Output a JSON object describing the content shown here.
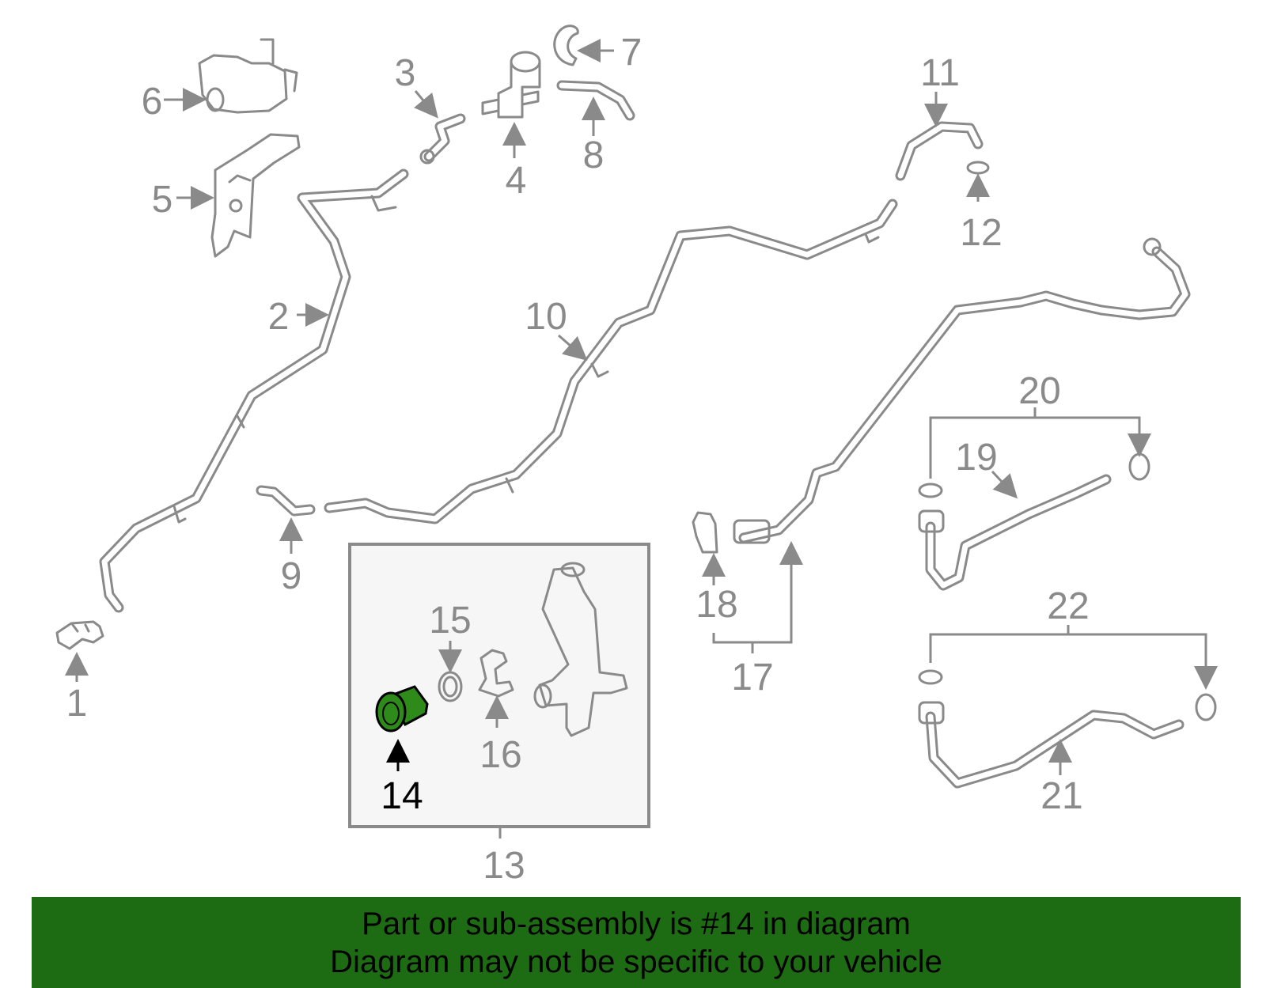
{
  "callouts": [
    "1",
    "2",
    "3",
    "4",
    "5",
    "6",
    "7",
    "8",
    "9",
    "10",
    "11",
    "12",
    "13",
    "14",
    "15",
    "16",
    "17",
    "18",
    "19",
    "20",
    "21",
    "22"
  ],
  "highlight": {
    "part_number": "14",
    "color": "#2e8b1a"
  },
  "banner": {
    "line1": "Part or sub-assembly is #14 in diagram",
    "line2": "Diagram may not be specific to your vehicle",
    "background": "#1d6b12"
  }
}
